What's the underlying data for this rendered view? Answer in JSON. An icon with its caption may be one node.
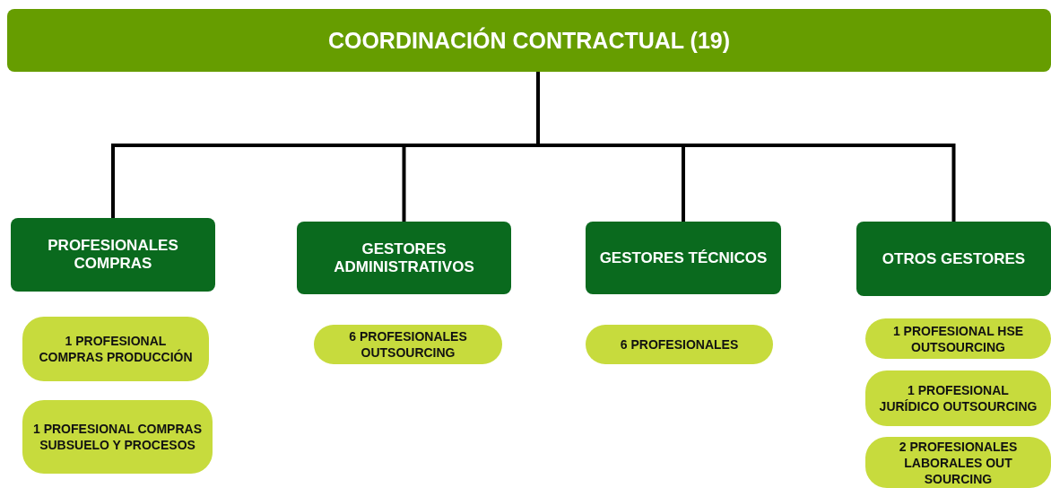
{
  "diagram": {
    "nodes": [
      {
        "text": [
          "COORDINACIÓN CONTRACTUAL (19)"
        ]
      },
      {
        "text": [
          "PROFESIONALES COMPRAS"
        ]
      },
      {
        "text": [
          "GESTORES ADMINISTRATIVOS"
        ]
      },
      {
        "text": [
          "GESTORES TÉCNICOS"
        ]
      },
      {
        "text": [
          "OTROS GESTORES"
        ]
      },
      {
        "text": [
          "1 PROFESIONAL COMPRAS PRODUCCIÓN"
        ]
      },
      {
        "text": [
          "1 PROFESIONAL COMPRAS SUBSUELO Y PROCESOS"
        ]
      },
      {
        "text": [
          "6 PROFESIONALES OUTSOURCING"
        ]
      },
      {
        "text": [
          "6 PROFESIONALES"
        ]
      },
      {
        "text": [
          "1 PROFESIONAL HSE OUTSOURCING"
        ]
      },
      {
        "text": [
          "1 PROFESIONAL JURÍDICO OUTSOURCING"
        ]
      },
      {
        "text": [
          "2 PROFESIONALES LABORALES OUT SOURCING"
        ]
      }
    ],
    "edges": [
      {
        "from": 0,
        "to": 1,
        "arrow": "none"
      },
      {
        "from": 0,
        "to": 2,
        "arrow": "none"
      },
      {
        "from": 0,
        "to": 3,
        "arrow": "none"
      },
      {
        "from": 0,
        "to": 4,
        "arrow": "none"
      }
    ]
  }
}
